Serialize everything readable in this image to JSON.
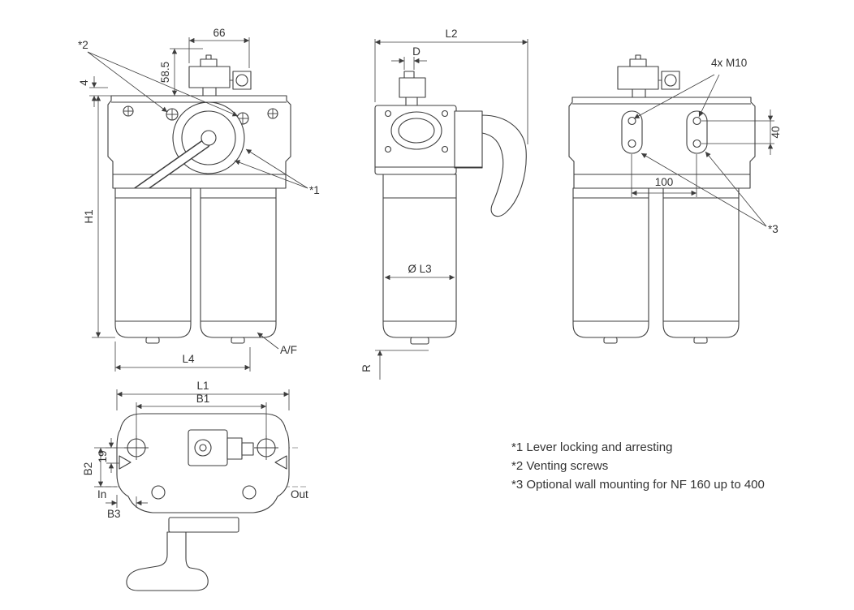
{
  "front_view": {
    "dim_width_top": "66",
    "dim_height_top": "58.5",
    "dim_offset": "4",
    "dim_height": "H1",
    "dim_bottom_width": "L4",
    "label_af": "A/F",
    "ref_lever": "*1",
    "ref_venting": "*2"
  },
  "side_view": {
    "dim_length": "L2",
    "dim_indicator": "D",
    "dim_diameter": "Ø L3",
    "dim_thread": "R"
  },
  "rear_view": {
    "label_screws": "4x M10",
    "dim_hole_spacing_v": "40",
    "dim_hole_spacing_h": "100",
    "ref_wall_mount": "*3"
  },
  "top_view": {
    "dim_length": "L1",
    "dim_bolt_spacing": "B1",
    "dim_depth": "B2",
    "dim_offset": "19",
    "dim_edge": "B3",
    "label_in": "In",
    "label_out": "Out"
  },
  "notes": [
    "*1 Lever locking and arresting",
    "*2 Venting screws",
    "*3 Optional wall mounting for NF 160 up to 400"
  ],
  "colors": {
    "line": "#3d3d3d",
    "text": "#333333",
    "background": "#ffffff"
  }
}
